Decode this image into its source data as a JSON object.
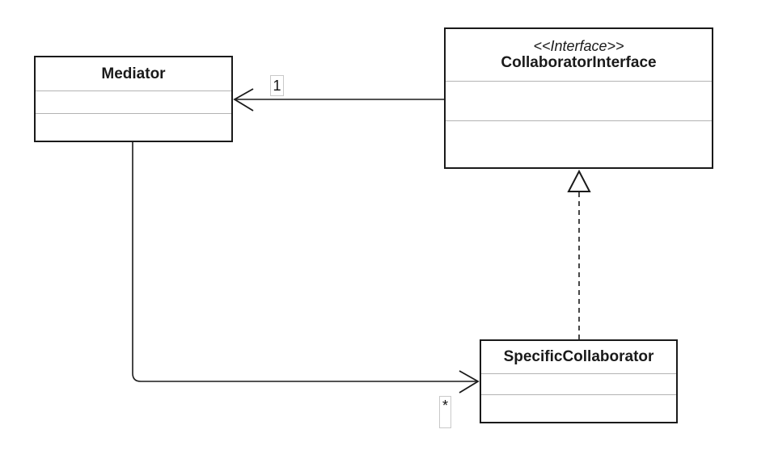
{
  "diagram": {
    "background": "#ffffff",
    "colors": {
      "box_border": "#1a1a1a",
      "compartment_divider": "#b3b3b3",
      "edge_line": "#1a1a1a",
      "label_border": "#c9c9c9",
      "text": "#1a1a1a"
    },
    "classes": [
      {
        "name": "Mediator",
        "stereotype": ""
      },
      {
        "name": "CollaboratorInterface",
        "stereotype": "<<Interface>>"
      },
      {
        "name": "SpecificCollaborator",
        "stereotype": ""
      }
    ],
    "edges": [
      {
        "type": "association",
        "from": "CollaboratorInterface",
        "to": "Mediator",
        "multiplicity": "1"
      },
      {
        "type": "association",
        "from": "Mediator",
        "to": "SpecificCollaborator",
        "multiplicity": "*"
      },
      {
        "type": "realization",
        "from": "SpecificCollaborator",
        "to": "CollaboratorInterface"
      }
    ]
  }
}
